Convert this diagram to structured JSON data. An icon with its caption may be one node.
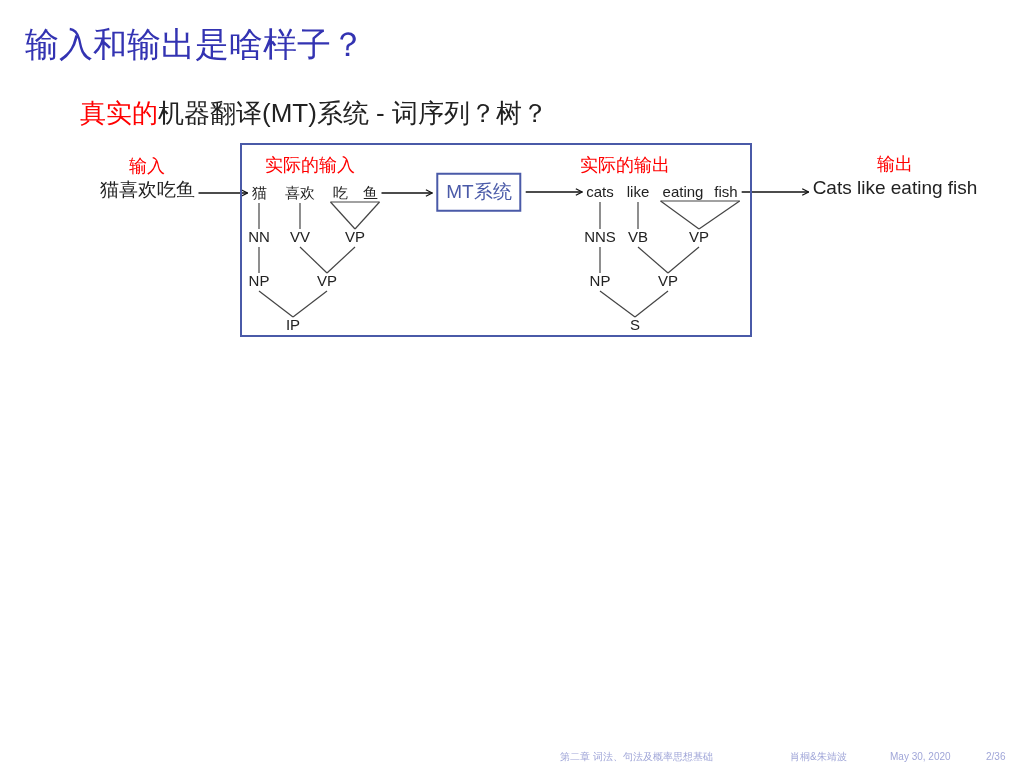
{
  "diagram": {
    "title": "输入和输出是啥样子？",
    "nodes": [
      {
        "text": [
          "输入",
          "猫喜欢吃鱼"
        ]
      },
      {
        "text": [],
        "shape": "box"
      },
      {
        "text": [
          "猫"
        ],
        "in": 1
      },
      {
        "text": [
          "喜欢"
        ],
        "in": 1
      },
      {
        "text": [
          "吃"
        ],
        "in": 1
      },
      {
        "text": [
          "鱼"
        ],
        "in": 1
      },
      {
        "text": [
          "NN"
        ],
        "in": 1
      },
      {
        "text": [
          "VV"
        ],
        "in": 1
      },
      {
        "text": [
          "VP"
        ],
        "in": 1
      },
      {
        "text": [
          "NP"
        ],
        "in": 1
      },
      {
        "text": [
          "VP"
        ],
        "in": 1
      },
      {
        "text": [
          "IP"
        ],
        "in": 1
      },
      {
        "text": [
          "MT系统"
        ],
        "in": 1
      },
      {
        "text": [
          "cats"
        ],
        "in": 1
      },
      {
        "text": [
          "like"
        ],
        "in": 1
      },
      {
        "text": [
          "eating"
        ],
        "in": 1
      },
      {
        "text": [
          "fish"
        ],
        "in": 1
      },
      {
        "text": [
          "NNS"
        ],
        "in": 1
      },
      {
        "text": [
          "VB"
        ],
        "in": 1
      },
      {
        "text": [
          "VP"
        ],
        "in": 1
      },
      {
        "text": [
          "NP"
        ],
        "in": 1
      },
      {
        "text": [
          "VP"
        ],
        "in": 1
      },
      {
        "text": [
          "S"
        ],
        "in": 1
      },
      {
        "text": [
          "输出",
          "Cats like eating fish"
        ]
      }
    ],
    "edges": [
      {
        "from": 0,
        "to": 2,
        "arrow": "to"
      },
      {
        "from": 2,
        "to": 6,
        "arrow": "none"
      },
      {
        "from": 3,
        "to": 7,
        "arrow": "none"
      },
      {
        "from": 4,
        "to": 8,
        "arrow": "none"
      },
      {
        "from": 5,
        "to": 8,
        "arrow": "none"
      },
      {
        "from": 6,
        "to": 9,
        "arrow": "none"
      },
      {
        "from": 7,
        "to": 10,
        "arrow": "none"
      },
      {
        "from": 8,
        "to": 10,
        "arrow": "none"
      },
      {
        "from": 9,
        "to": 11,
        "arrow": "none"
      },
      {
        "from": 10,
        "to": 11,
        "arrow": "none"
      },
      {
        "from": 5,
        "to": 12,
        "arrow": "to"
      },
      {
        "from": 12,
        "to": 13,
        "arrow": "to"
      },
      {
        "from": 13,
        "to": 17,
        "arrow": "none"
      },
      {
        "from": 14,
        "to": 18,
        "arrow": "none"
      },
      {
        "from": 15,
        "to": 19,
        "arrow": "none"
      },
      {
        "from": 16,
        "to": 19,
        "arrow": "none"
      },
      {
        "from": 17,
        "to": 20,
        "arrow": "none"
      },
      {
        "from": 18,
        "to": 21,
        "arrow": "none"
      },
      {
        "from": 19,
        "to": 21,
        "arrow": "none"
      },
      {
        "from": 20,
        "to": 22,
        "arrow": "none"
      },
      {
        "from": 21,
        "to": 22,
        "arrow": "none"
      },
      {
        "from": 16,
        "to": 23,
        "arrow": "to"
      }
    ],
    "labels": [
      "真实的",
      "机器翻译(MT)系统 - 词序列？树？",
      "实际的输入",
      "实际的输出",
      "第二章 词法、句法及概率思想基础",
      "肖桐&朱靖波",
      "May 30, 2020",
      "2/36"
    ]
  }
}
